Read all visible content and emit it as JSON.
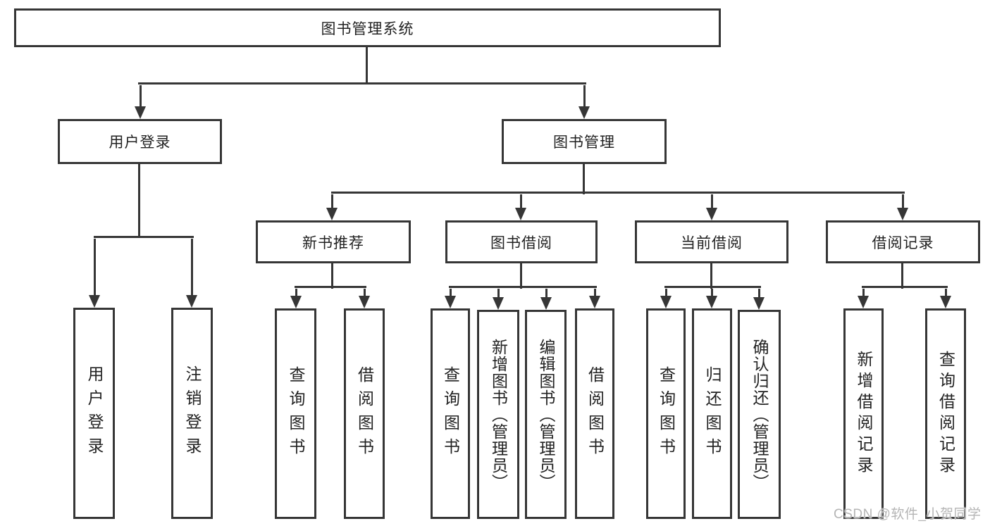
{
  "diagram": {
    "nodes": {
      "root": {
        "label": "图书管理系统"
      },
      "user_login": {
        "label": "用户登录"
      },
      "book_mgmt": {
        "label": "图书管理"
      },
      "new_book_rec": {
        "label": "新书推荐"
      },
      "book_borrow": {
        "label": "图书借阅"
      },
      "current_borrow": {
        "label": "当前借阅"
      },
      "borrow_record": {
        "label": "借阅记录"
      },
      "login": {
        "label": "用户登录"
      },
      "logout": {
        "label": "注销登录"
      },
      "rec_query": {
        "label": "查询图书"
      },
      "rec_borrow": {
        "label": "借阅图书"
      },
      "bb_query": {
        "label": "查询图书"
      },
      "bb_add": {
        "label": "新增图书（管理员）"
      },
      "bb_edit": {
        "label": "编辑图书（管理员）"
      },
      "bb_borrow": {
        "label": "借阅图书"
      },
      "cb_query": {
        "label": "查询图书"
      },
      "cb_return": {
        "label": "归还图书"
      },
      "cb_confirm": {
        "label": "确认归还（管理员）"
      },
      "br_add": {
        "label": "新增借阅记录"
      },
      "br_query": {
        "label": "查询借阅记录"
      }
    },
    "hierarchy": {
      "root": [
        "user_login",
        "book_mgmt"
      ],
      "user_login": [
        "login",
        "logout"
      ],
      "book_mgmt": [
        "new_book_rec",
        "book_borrow",
        "current_borrow",
        "borrow_record"
      ],
      "new_book_rec": [
        "rec_query",
        "rec_borrow"
      ],
      "book_borrow": [
        "bb_query",
        "bb_add",
        "bb_edit",
        "bb_borrow"
      ],
      "current_borrow": [
        "cb_query",
        "cb_return",
        "cb_confirm"
      ],
      "borrow_record": [
        "br_add",
        "br_query"
      ]
    }
  },
  "watermark": {
    "text": "CSDN @软件_小贺同学"
  },
  "colors": {
    "line": "#363636",
    "box_background": "#ffffff",
    "text": "#222222",
    "watermark": "#b5b5b5"
  }
}
